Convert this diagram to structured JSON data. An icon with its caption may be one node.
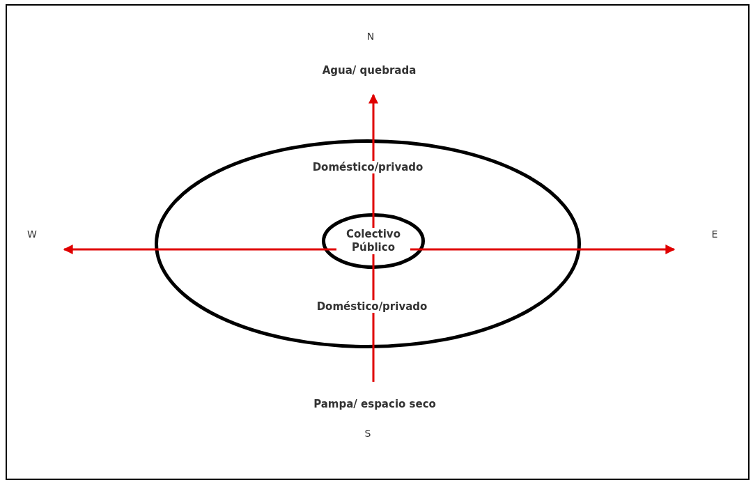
{
  "diagram": {
    "nodes": [
      {
        "text": [
          "Doméstico/privado",
          "Doméstico/privado"
        ]
      },
      {
        "text": [
          "Colectivo Público"
        ],
        "in": 0
      }
    ],
    "labels": [
      "N",
      "Agua/ quebrada",
      "W",
      "E",
      "Pampa/ espacio seco",
      "S"
    ]
  }
}
